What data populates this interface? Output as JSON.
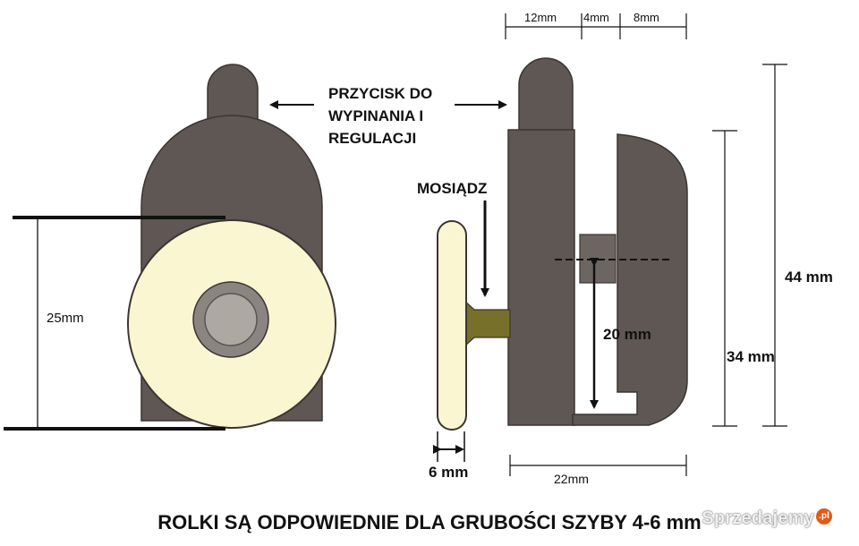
{
  "labels": {
    "button_label_line1": "PRZYCISK DO",
    "button_label_line2": "WYPINANIA I",
    "button_label_line3": "REGULACJI",
    "brass_label": "MOSIĄDZ",
    "diameter": "25mm",
    "dim_12": "12mm",
    "dim_4": "4mm",
    "dim_8": "8mm",
    "dim_44": "44 mm",
    "dim_34": "34 mm",
    "dim_20": "20 mm",
    "dim_6": "6 mm",
    "dim_22": "22mm"
  },
  "footer": {
    "text": "ROLKI SĄ ODPOWIEDNIE DLA GRUBOŚCI SZYBY 4-6 mm"
  },
  "watermark": {
    "text": "Sprzedajemy",
    "suffix": ".pl"
  },
  "colors": {
    "body": "#5f5753",
    "wheel": "#fbf6d2",
    "hub": "#8a8580",
    "brass": "#77702a",
    "line": "#111111"
  }
}
